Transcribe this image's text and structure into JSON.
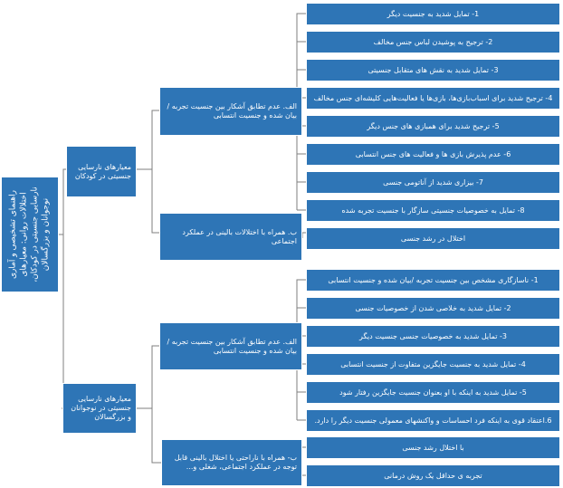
{
  "root": {
    "title": "راهنمای تشخیصی و آماری اختلالات روانی: معیارهای نارسایی جنسیتی در کودکان، نوجوانان و بزرگسالان"
  },
  "children_group": {
    "label": "معیارهای نارسایی جنسیتی در کودکان",
    "criterion_a": "الف. عدم تطابق آشکار بین جنسیت تجربه /بیان شده و جنسیت انتسابی",
    "criterion_a_items": [
      "1- تمایل شدید به جنسیت دیگر",
      "2- ترجیح به پوشیدن لباس جنس مخالف",
      "3- تمایل شدید به نقش های متقابل جنسیتی",
      "4- ترجیح شدید برای اسباب‌بازی‌ها، بازی‌ها یا فعالیت‌هایی کلیشه‌ای جنس مخالف",
      "5- ترجیح شدید برای همبازی های جنس دیگر",
      "6- عدم پذیرش بازی ها و فعالیت های جنس انتسابی",
      "7- بیزاری شدید از آناتومی جنسی",
      "8- تمایل به خصوصیات جنسیتی سازگار با جنسیت تجربه شده"
    ],
    "criterion_b": "ب. همراه با اختلالات بالینی در عملکرد اجتماعی",
    "criterion_b_items": [
      "اختلال در رشد جنسی"
    ]
  },
  "adults_group": {
    "label": "معیارهای نارسایی جنسیتی در نوجوانان و بزرگسالان",
    "criterion_a": "الف. عدم تطابق آشکار بین جنسیت تجربه /بیان شده و جنسیت انتسابی",
    "criterion_a_items": [
      "1- ناسازگاری مشخص بین جنسیت تجربه /بیان شده و جنسیت انتسابی",
      "2- تمایل شدید به خلاصی شدن از خصوصیات جنسی",
      "3- تمایل شدید به خصوصیات جنسی جنسیت دیگر",
      "4- تمایل شدید به جنسیت جایگزین متفاوت از جنسیت انتسابی",
      "5- تمایل شدید به اینکه با او بعنوان جنسیت جایگزین رفتار شود",
      "6.اعتقاد قوی به اینکه فرد احساسات و واکنشهای معمولی جنسیت دیگر را دارد."
    ],
    "criterion_b": "ب- همراه با ناراحتی یا اختلال بالینی قابل توجه در عملکرد اجتماعی، شغلی و...",
    "criterion_b_items": [
      "با اختلال رشد جنسی",
      "تجربه ی حداقل یک روش درمانی"
    ]
  }
}
